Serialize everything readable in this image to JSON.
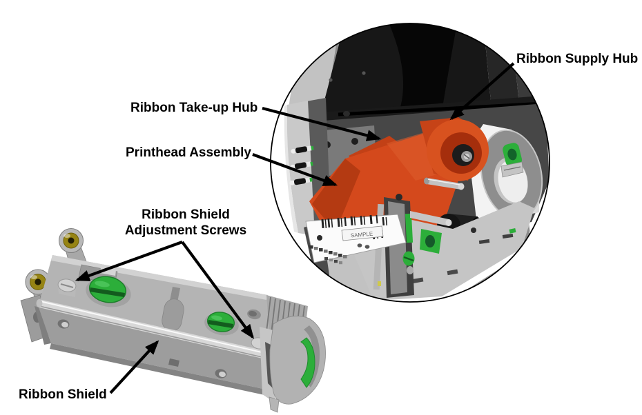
{
  "diagram": {
    "description": "Printer ribbon loading diagram with circular inset of open printer and detached printhead assembly",
    "callouts": {
      "supply": {
        "text": "Ribbon Supply Hub"
      },
      "takeup": {
        "text": "Ribbon Take-up Hub"
      },
      "printhead": {
        "text": "Printhead Assembly"
      },
      "screws": {
        "line1": "Ribbon Shield",
        "line2": "Adjustment Screws"
      },
      "shield": {
        "text": "Ribbon Shield"
      }
    },
    "inset": {
      "sample_text": "SAMPLE"
    },
    "colors": {
      "background": "#ffffff",
      "label_color": "#000000",
      "circle_stroke": "#000000",
      "ribbon": "#d4491c",
      "ribbon_face": "#d8521f",
      "accent_green": "#2cae3a",
      "media_white": "#f3f3f3",
      "metal_gray": "#b4b4b4"
    }
  }
}
